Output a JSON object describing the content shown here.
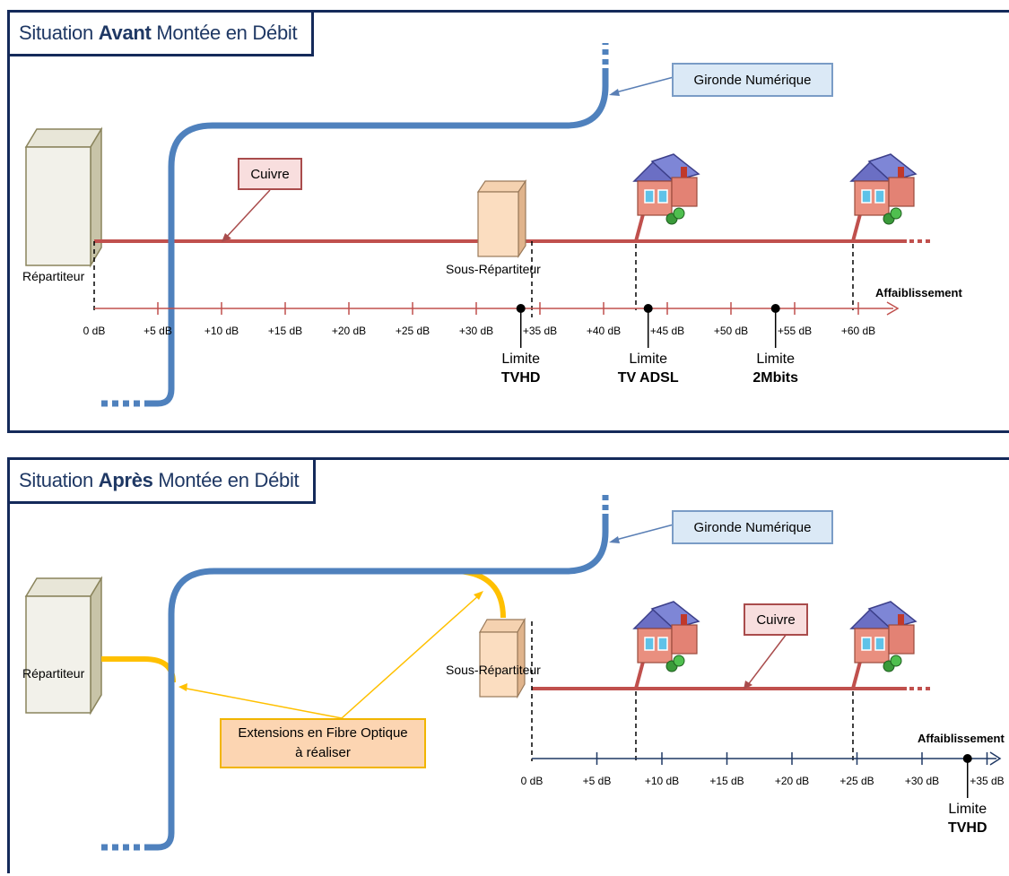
{
  "panel1": {
    "title_prefix": "Situation ",
    "title_bold": "Avant",
    "title_suffix": " Montée en Débit",
    "repartiteur": "Répartiteur",
    "sous_repartiteur": "Sous-Répartiteur",
    "cuivre": "Cuivre",
    "gironde": "Gironde Numérique",
    "axis_label": "Affaiblissement",
    "ticks": [
      "0 dB",
      "+5 dB",
      "+10 dB",
      "+15 dB",
      "+20 dB",
      "+25 dB",
      "+30 dB",
      "+35 dB",
      "+40 dB",
      "+45 dB",
      "+50 dB",
      "+55 dB",
      "+60 dB"
    ],
    "limits": [
      {
        "line1": "Limite",
        "line2": "TVHD",
        "db": 33.5
      },
      {
        "line1": "Limite",
        "line2": "TV ADSL",
        "db": 43.5
      },
      {
        "line1": "Limite",
        "line2": "2Mbits",
        "db": 53.5
      }
    ]
  },
  "panel2": {
    "title_prefix": "Situation ",
    "title_bold": "Après",
    "title_suffix": " Montée en Débit",
    "repartiteur": "Répartiteur",
    "sous_repartiteur": "Sous-Répartiteur",
    "cuivre": "Cuivre",
    "gironde": "Gironde Numérique",
    "fibre_line1": "Extensions en Fibre Optique",
    "fibre_line2": "à réaliser",
    "axis_label": "Affaiblissement",
    "ticks": [
      "0 dB",
      "+5 dB",
      "+10 dB",
      "+15 dB",
      "+20 dB",
      "+25 dB",
      "+30 dB",
      "+35 dB"
    ],
    "limits": [
      {
        "line1": "Limite",
        "line2": "TVHD",
        "db": 33.5
      }
    ]
  },
  "colors": {
    "frame": "#142a5a",
    "fiber_blue": "#4f81bd",
    "copper": "#c0504d",
    "fiber_yellow": "#ffc000",
    "axis1": "#c0504d",
    "axis2": "#1f3864"
  }
}
